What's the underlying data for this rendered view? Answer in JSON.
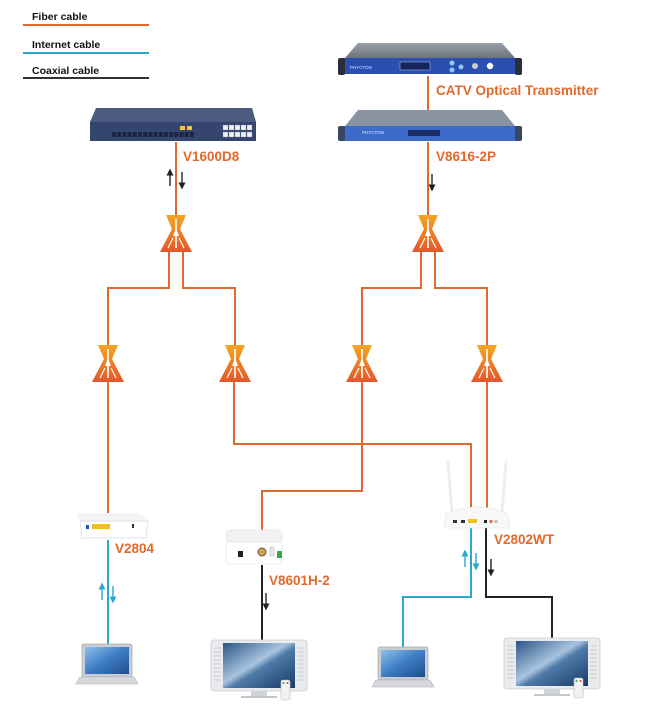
{
  "colors": {
    "fiber": "#e0692b",
    "internet": "#2aa8d0",
    "coaxial": "#222222",
    "label": "#e0692b",
    "rack_blue": "#2a4fb0",
    "olt_navy": "#34456e"
  },
  "legend": [
    {
      "label": "Fiber cable",
      "type": "fiber"
    },
    {
      "label": "Internet cable",
      "type": "internet"
    },
    {
      "label": "Coaxial cable",
      "type": "coaxial"
    }
  ],
  "devices": {
    "catv_transmitter": {
      "label": "CATV Optical Transmitter",
      "brand": "PHYCTON"
    },
    "v8616": {
      "label": "V8616-2P",
      "brand": "PHYCTON"
    },
    "olt": {
      "label": "V1600D8"
    },
    "v2804": {
      "label": "V2804"
    },
    "v8601h": {
      "label": "V8601H-2"
    },
    "v2802wt": {
      "label": "V2802WT"
    }
  },
  "splitters": [
    "splitter-olt",
    "splitter-catv",
    "splitter-1",
    "splitter-2",
    "splitter-3",
    "splitter-4"
  ],
  "endpoints": [
    "laptop-1",
    "tv-1",
    "laptop-2",
    "tv-2"
  ],
  "signal_directions": {
    "olt_uplink": "bidirectional",
    "catv_downlink": "downstream",
    "v2804_lan": "bidirectional",
    "v8601h_rf": "downstream",
    "v2802wt_lan": "bidirectional",
    "v2802wt_rf": "downstream"
  }
}
